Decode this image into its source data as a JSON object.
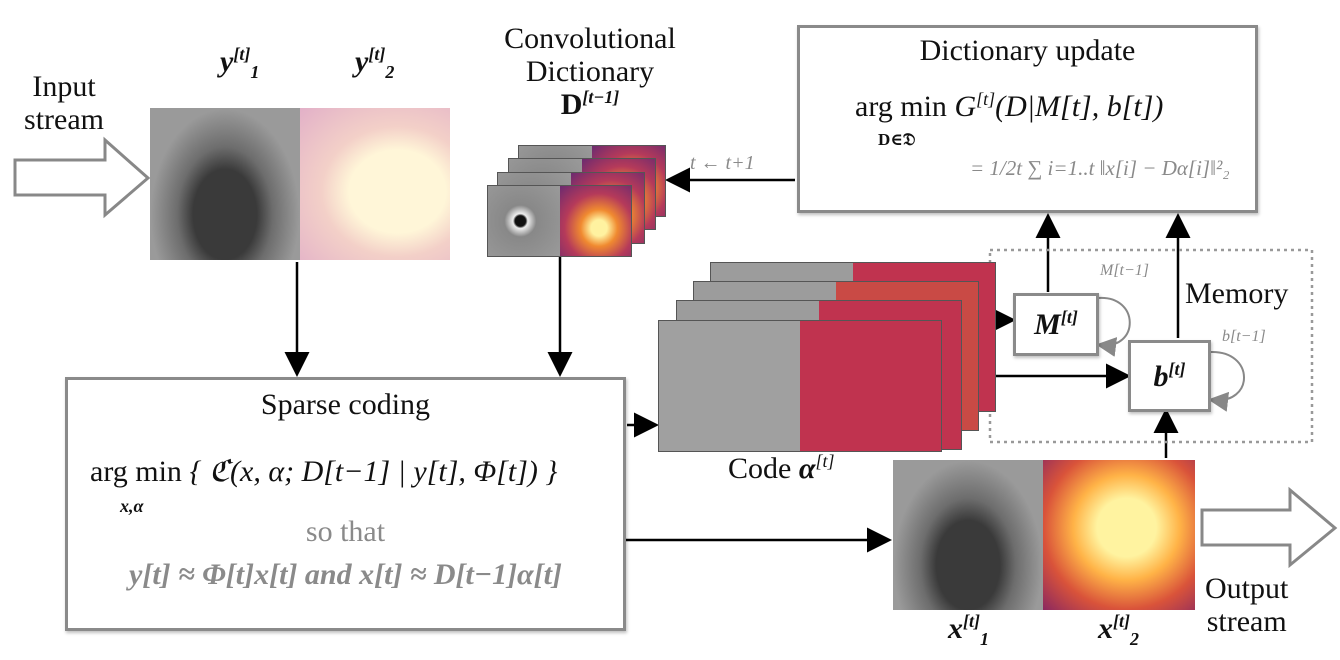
{
  "input": {
    "label_line1": "Input",
    "label_line2": "stream",
    "y1_label": "y",
    "y1_sub": "1",
    "y2_label": "y",
    "y2_sub": "2",
    "sup_t": "[t]"
  },
  "dictionary": {
    "title_line1": "Convolutional",
    "title_line2": "Dictionary",
    "symbol": "D",
    "symbol_sup": "[t−1]",
    "update_arrow_label": "t ← t+1"
  },
  "dictionary_update": {
    "title": "Dictionary update",
    "argmin": "arg min",
    "argmin_sub": "D∈𝔇",
    "objective": "G",
    "objective_sup": "[t]",
    "objective_args": "(D|M[t], b[t])",
    "expansion": "= 1/2t ∑ i=1..t ‖x[i] − Dα[i]‖²₂"
  },
  "memory": {
    "label": "Memory",
    "M_label": "M",
    "M_sup": "[t]",
    "M_prev": "M[t−1]",
    "b_label": "b",
    "b_sup": "[t]",
    "b_prev": "b[t−1]"
  },
  "code": {
    "label": "Code",
    "symbol": "α",
    "sup": "[t]"
  },
  "sparse_coding": {
    "title": "Sparse coding",
    "argmin": "arg min",
    "argmin_sub": "x,α",
    "objective": "{ ℭ(x, α; D[t−1] | y[t], Φ[t]) }",
    "so_that": "so that",
    "constraint": "y[t] ≈ Φ[t]x[t]  and  x[t] ≈ D[t−1]α[t]"
  },
  "output": {
    "label_line1": "Output",
    "label_line2": "stream",
    "x1_label": "x",
    "x1_sub": "1",
    "x2_label": "x",
    "x2_sub": "2",
    "sup_t": "[t]"
  }
}
